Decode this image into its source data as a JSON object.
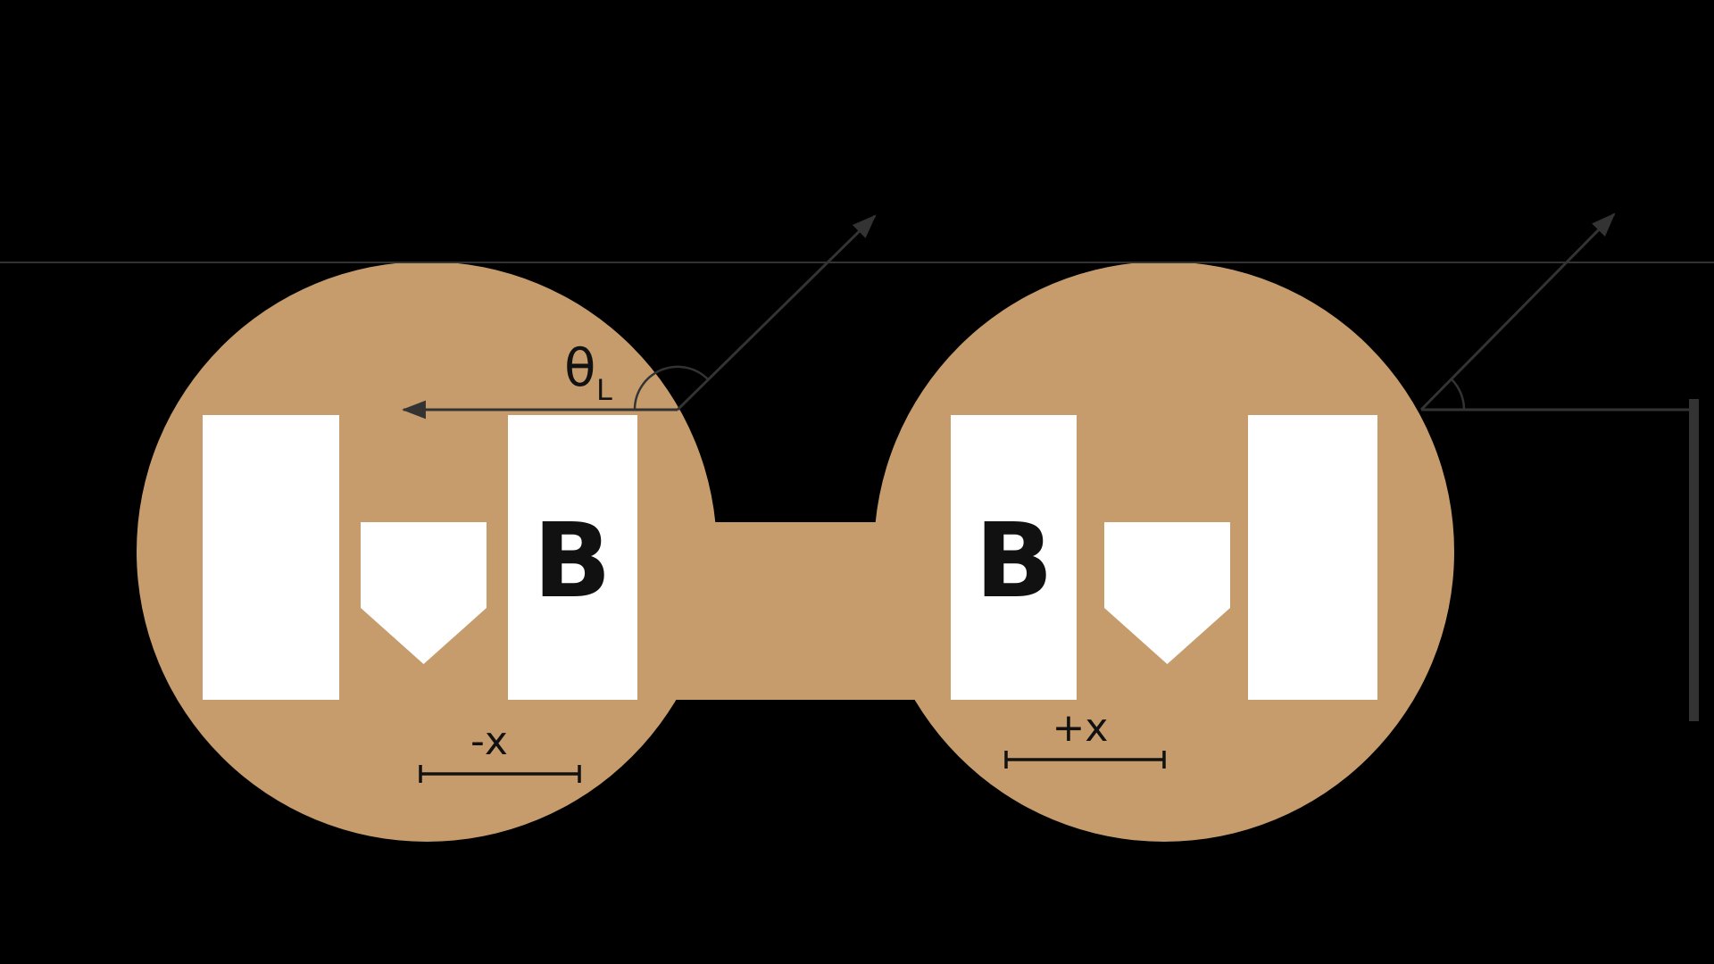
{
  "figure": {
    "left_unit": {
      "batter_label": "B",
      "angle_symbol": "θ",
      "angle_subscript": "L",
      "offset_label": "-x"
    },
    "right_unit": {
      "batter_label": "B",
      "offset_label": "+x"
    },
    "colors": {
      "background": "#000000",
      "field": "#c69c6d",
      "shape": "#ffffff",
      "line": "#333333",
      "ink": "#111111"
    }
  }
}
